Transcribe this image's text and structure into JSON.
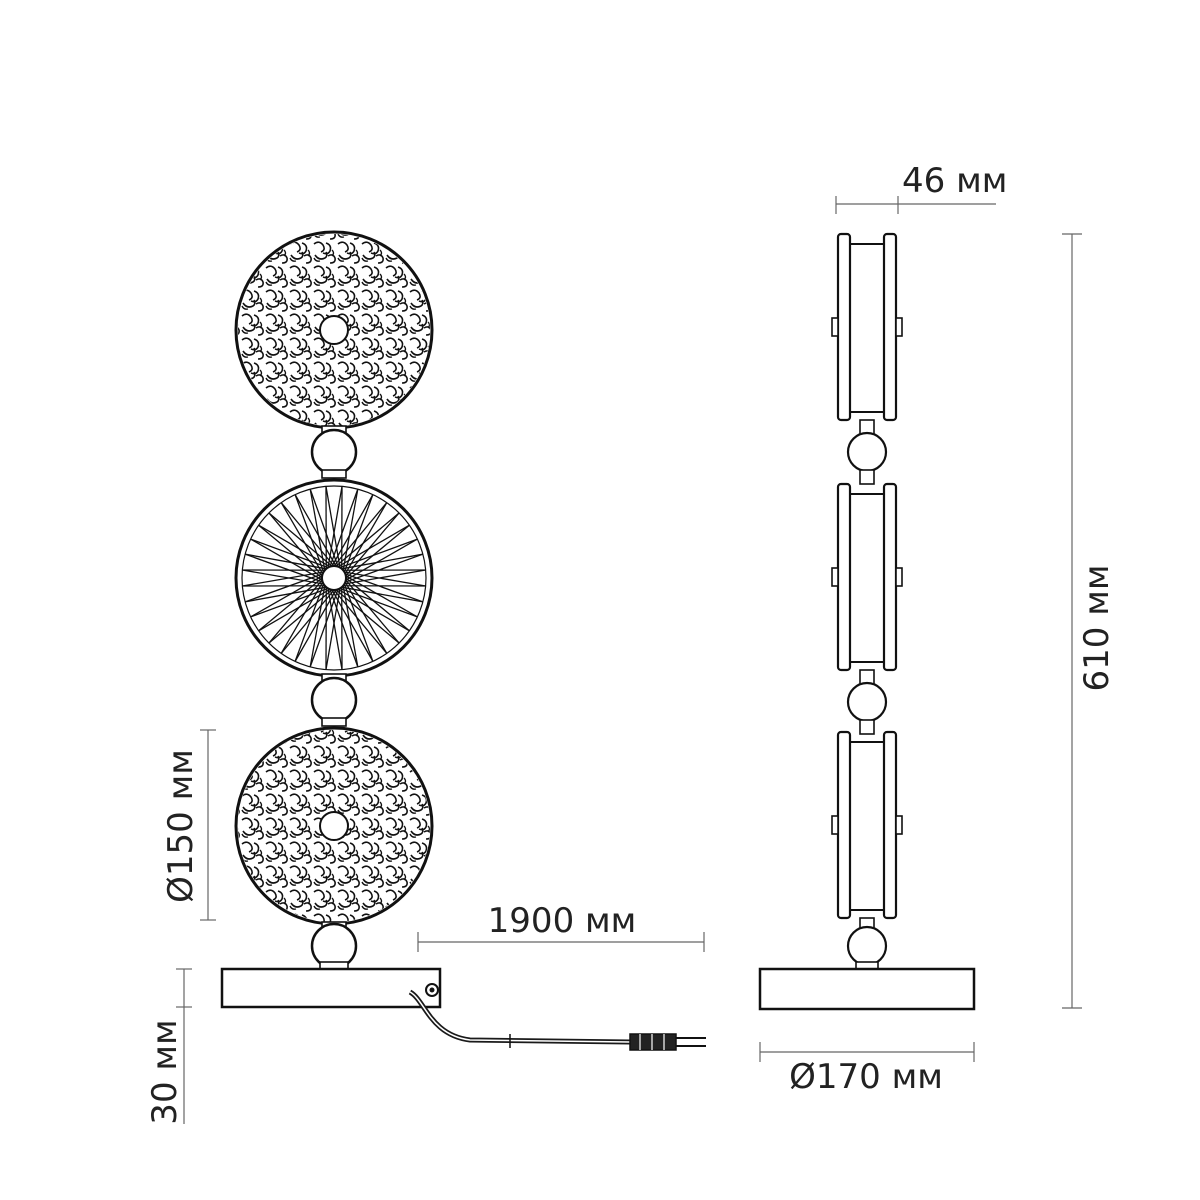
{
  "dimensions": {
    "top_depth": "46 мм",
    "total_height": "610 мм",
    "disc_diameter": "Ø150 мм",
    "cord_length": "1900 мм",
    "base_height": "30 мм",
    "base_diameter": "Ø170 мм"
  },
  "colors": {
    "line": "#111111",
    "dimension_line": "#666666",
    "cord": "#1a1a1a",
    "background": "#ffffff"
  }
}
